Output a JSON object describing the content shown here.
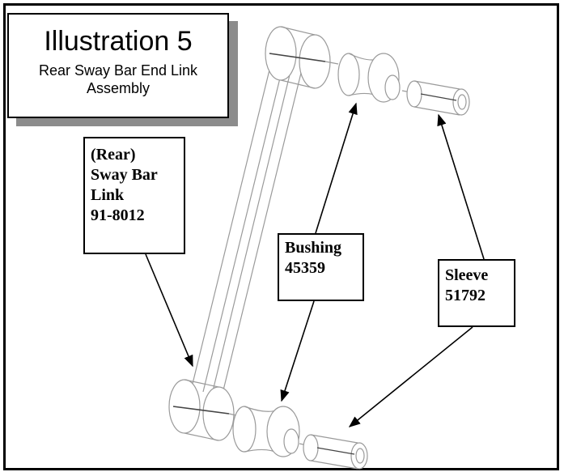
{
  "title": {
    "heading": "Illustration 5",
    "subtitle": "Rear Sway Bar End Link Assembly"
  },
  "labels": {
    "link": {
      "lines": [
        "(Rear)",
        "Sway Bar",
        "Link",
        "91-8012"
      ]
    },
    "bushing": {
      "lines": [
        "Bushing",
        "45359"
      ]
    },
    "sleeve": {
      "lines": [
        "Sleeve",
        "51792"
      ]
    }
  },
  "colors": {
    "line": "#000000",
    "part_outline": "#9a9a9a",
    "shadow": "#8c8c8c",
    "background": "#ffffff"
  }
}
